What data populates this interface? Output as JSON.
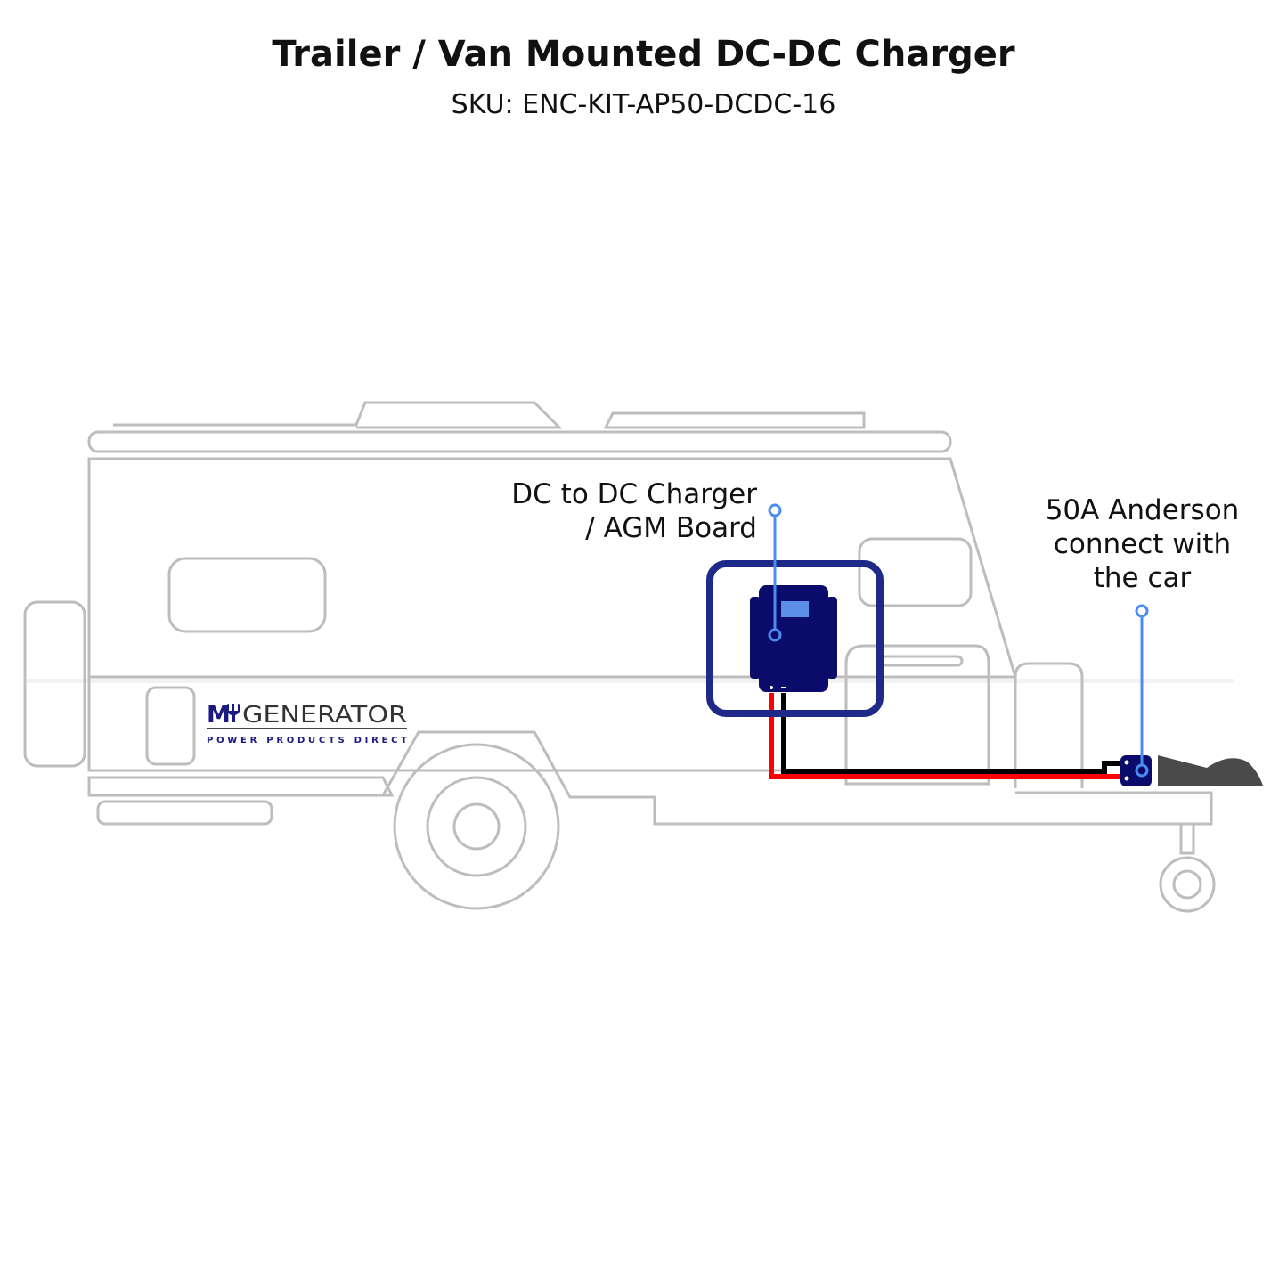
{
  "header": {
    "title": "Trailer / Van Mounted DC-DC Charger",
    "sku": "SKU: ENC-KIT-AP50-DCDC-16"
  },
  "labels": {
    "charger_line1": "DC to DC Charger",
    "charger_line2": "/ AGM Board",
    "anderson_line1": "50A Anderson",
    "anderson_line2": "connect with",
    "anderson_line3": "the car"
  },
  "logo": {
    "brand": "MYGENERATOR",
    "tagline": "POWER PRODUCTS DIRECT"
  },
  "watermark": {
    "brand": "MYGENERATOR",
    "tagline": "POWER PRODUCTS DIRECT"
  },
  "colors": {
    "outline": "#bdbdbd",
    "charger": "#0b0b6b",
    "pointer": "#4a8cf0",
    "positive_wire": "#ff0000",
    "negative_wire": "#000000"
  }
}
